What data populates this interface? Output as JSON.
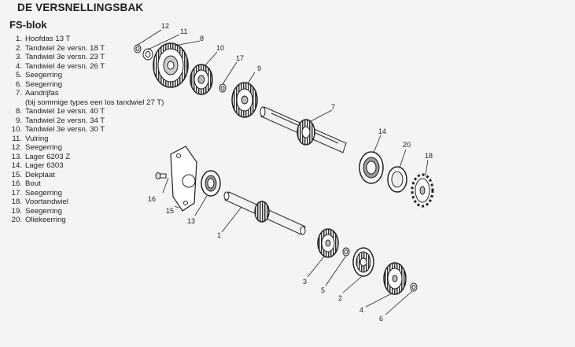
{
  "header": {
    "title": "DE VERSNELLINGSBAK",
    "subtitle": "FS-blok"
  },
  "parts": [
    {
      "num": "1.",
      "text": "Hoofdas 13 T"
    },
    {
      "num": "2.",
      "text": "Tandwiel 2e versn. 18 T"
    },
    {
      "num": "3.",
      "text": "Tandwiel 3e versn. 23 T"
    },
    {
      "num": "4.",
      "text": "Tandwiel 4e versn. 26 T"
    },
    {
      "num": "5.",
      "text": "Seegerring"
    },
    {
      "num": "6.",
      "text": "Seegerring"
    },
    {
      "num": "7.",
      "text": "Aandrijfas"
    },
    {
      "num": "",
      "text": "(bij sommige types een los tandwiel 27 T)"
    },
    {
      "num": "8.",
      "text": "Tandwiel 1e versn. 40 T"
    },
    {
      "num": "9.",
      "text": "Tandwiel 2e versn. 34 T"
    },
    {
      "num": "10.",
      "text": "Tandwiel 3e versn. 30 T"
    },
    {
      "num": "11.",
      "text": "Vulring"
    },
    {
      "num": "12.",
      "text": "Seegerring"
    },
    {
      "num": "13.",
      "text": "Lager 6203 Z"
    },
    {
      "num": "14.",
      "text": "Lager 6303"
    },
    {
      "num": "15.",
      "text": "Dekplaat"
    },
    {
      "num": "16.",
      "text": "Bout"
    },
    {
      "num": "17.",
      "text": "Seegerring"
    },
    {
      "num": "18.",
      "text": "Voortandwiel"
    },
    {
      "num": "19.",
      "text": "Seegerring"
    },
    {
      "num": "20.",
      "text": "Oliekeerring"
    }
  ],
  "callouts": {
    "c1": "1",
    "c2": "2",
    "c3": "3",
    "c4": "4",
    "c5": "5",
    "c6": "6",
    "c7": "7",
    "c8": "8",
    "c9": "9",
    "c10": "10",
    "c11": "11",
    "c12": "12",
    "c13": "13",
    "c14": "14",
    "c15": "15",
    "c16": "16",
    "c17": "17",
    "c18": "18",
    "c20": "20"
  }
}
